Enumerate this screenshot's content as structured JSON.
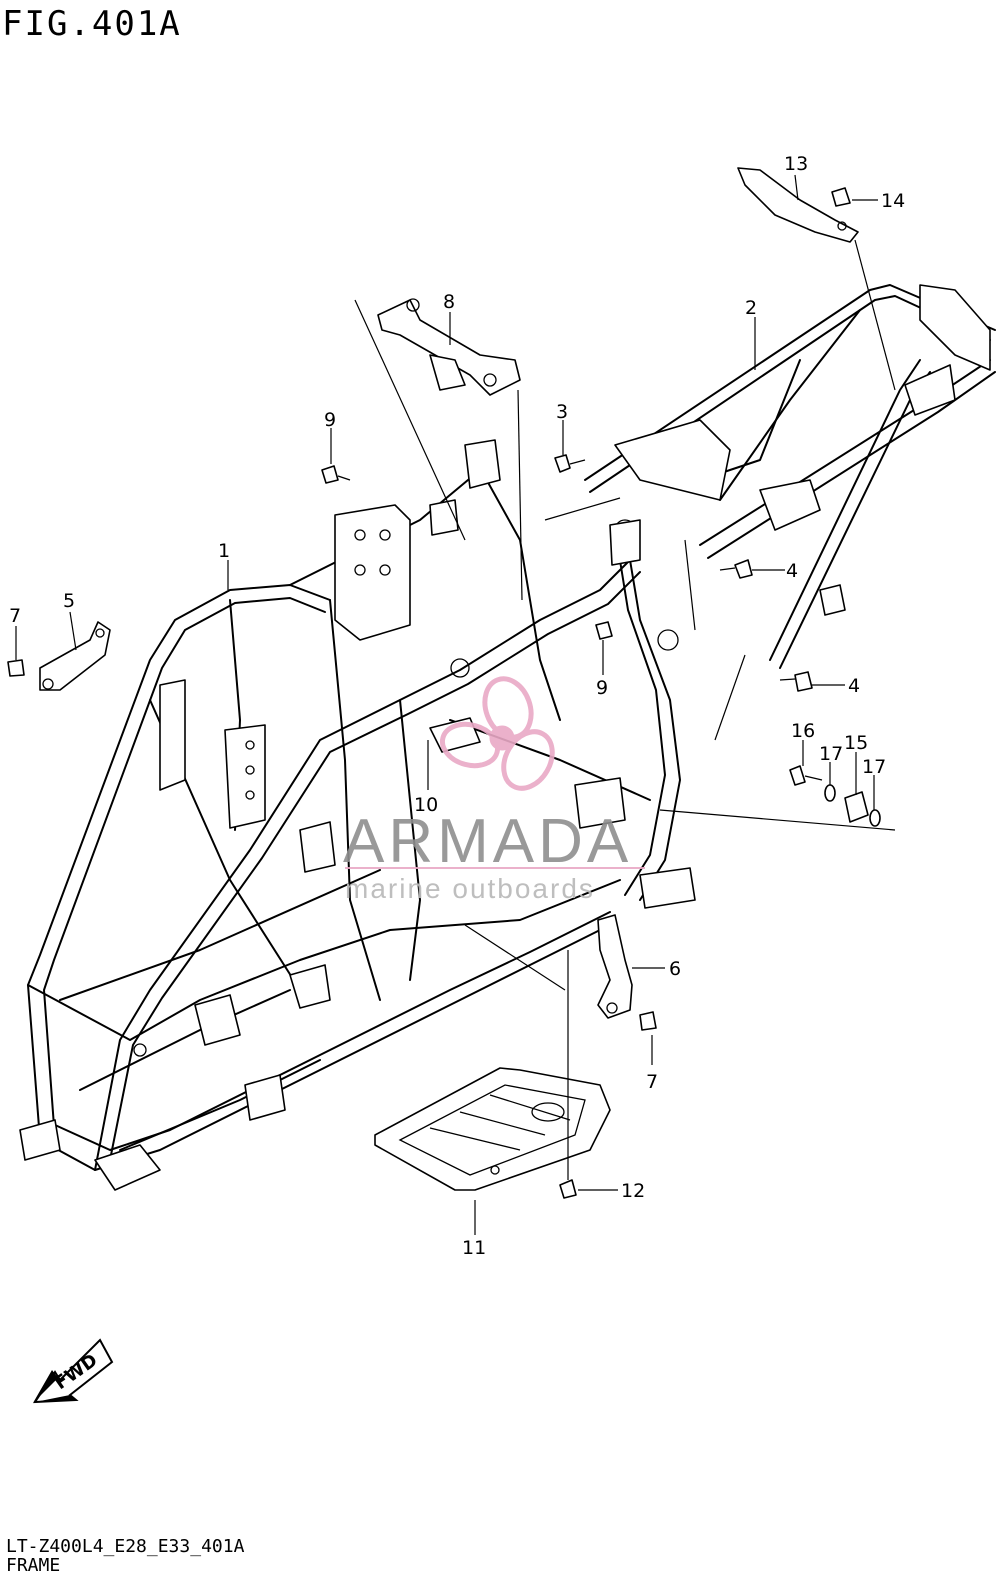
{
  "figure": {
    "title": "FIG.401A",
    "code": "LT-Z400L4_E28_E33_401A",
    "name": "FRAME"
  },
  "callouts": {
    "c1": "1",
    "c2": "2",
    "c3": "3",
    "c4a": "4",
    "c4b": "4",
    "c5": "5",
    "c6": "6",
    "c7a": "7",
    "c7b": "7",
    "c8": "8",
    "c9a": "9",
    "c9b": "9",
    "c10": "10",
    "c11": "11",
    "c12": "12",
    "c13": "13",
    "c14": "14",
    "c15": "15",
    "c16": "16",
    "c17a": "17",
    "c17b": "17"
  },
  "watermark": {
    "brand": "ARMADA",
    "tagline": "marine outboards",
    "brand_color": "#e9a9c6"
  },
  "direction_badge": {
    "label": "FWD"
  }
}
